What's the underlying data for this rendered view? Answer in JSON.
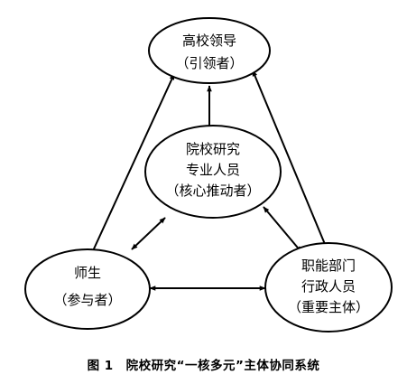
{
  "nodes": {
    "leadership": {
      "line1": "高校领导",
      "line2": "（引领者）"
    },
    "professionals": {
      "line1": "院校研究",
      "line2": "专业人员",
      "line3": "（核心推动者）"
    },
    "teachers_students": {
      "line1": "师生",
      "line2": "（参与者）"
    },
    "admin_staff": {
      "line1": "职能部门",
      "line2": "行政人员",
      "line3": "（重要主体）"
    }
  },
  "caption": {
    "figure_number": "图 1",
    "title": "院校研究“一核多元”主体协同系统"
  }
}
